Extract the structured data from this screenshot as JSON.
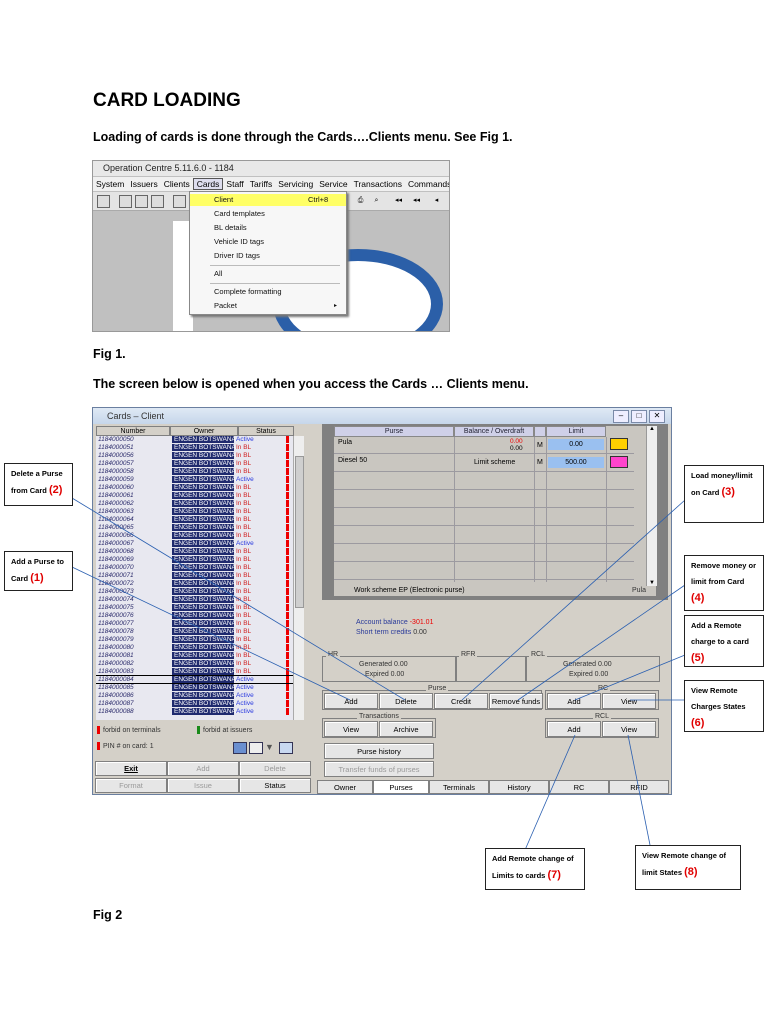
{
  "doc": {
    "title": "CARD LOADING",
    "intro": "Loading of cards is done through the Cards….Clients menu. See Fig 1.",
    "fig1_caption": "Fig 1.",
    "fig2_intro": "The screen below is opened when you access the Cards … Clients menu.",
    "fig2_caption": "Fig 2"
  },
  "fig1": {
    "window_title": "Operation Centre 5.11.6.0 - 1184",
    "menu": [
      "System",
      "Issuers",
      "Clients",
      "Cards",
      "Staff",
      "Tariffs",
      "Servicing",
      "Service",
      "Transactions",
      "Commands"
    ],
    "dropdown": {
      "client": "Client",
      "client_shortcut": "Ctrl+8",
      "card_templates": "Card templates",
      "bl_details": "BL details",
      "vehicle_id_tags": "Vehicle ID tags",
      "driver_id_tags": "Driver ID tags",
      "all": "All",
      "complete_formatting": "Complete formatting",
      "packet": "Packet"
    }
  },
  "cards_window": {
    "title": "Cards – Client",
    "columns": {
      "number": "Number",
      "owner": "Owner",
      "status": "Status"
    },
    "rows": [
      {
        "n": "1184000050",
        "o": "ENGEN BOTSWANA",
        "s": "Active"
      },
      {
        "n": "1184000051",
        "o": "ENGEN BOTSWANA",
        "s": "In BL"
      },
      {
        "n": "1184000056",
        "o": "ENGEN BOTSWANA",
        "s": "In BL"
      },
      {
        "n": "1184000057",
        "o": "ENGEN BOTSWANA",
        "s": "In BL"
      },
      {
        "n": "1184000058",
        "o": "ENGEN BOTSWANA",
        "s": "In BL"
      },
      {
        "n": "1184000059",
        "o": "ENGEN BOTSWANA",
        "s": "Active"
      },
      {
        "n": "1184000060",
        "o": "ENGEN BOTSWANA",
        "s": "In BL"
      },
      {
        "n": "1184000061",
        "o": "ENGEN BOTSWANA",
        "s": "In BL"
      },
      {
        "n": "1184000062",
        "o": "ENGEN BOTSWANA",
        "s": "In BL"
      },
      {
        "n": "1184000063",
        "o": "ENGEN BOTSWANA",
        "s": "In BL"
      },
      {
        "n": "1184000064",
        "o": "ENGEN BOTSWANA",
        "s": "In BL"
      },
      {
        "n": "1184000065",
        "o": "ENGEN BOTSWANA",
        "s": "In BL"
      },
      {
        "n": "1184000066",
        "o": "ENGEN BOTSWANA",
        "s": "In BL"
      },
      {
        "n": "1184000067",
        "o": "ENGEN BOTSWANA",
        "s": "Active"
      },
      {
        "n": "1184000068",
        "o": "ENGEN BOTSWANA",
        "s": "In BL"
      },
      {
        "n": "1184000069",
        "o": "ENGEN BOTSWANA",
        "s": "In BL"
      },
      {
        "n": "1184000070",
        "o": "ENGEN BOTSWANA",
        "s": "In BL"
      },
      {
        "n": "1184000071",
        "o": "ENGEN BOTSWANA",
        "s": "In BL"
      },
      {
        "n": "1184000072",
        "o": "ENGEN BOTSWANA",
        "s": "In BL"
      },
      {
        "n": "1184000073",
        "o": "ENGEN BOTSWANA",
        "s": "In BL"
      },
      {
        "n": "1184000074",
        "o": "ENGEN BOTSWANA",
        "s": "In BL"
      },
      {
        "n": "1184000075",
        "o": "ENGEN BOTSWANA",
        "s": "In BL"
      },
      {
        "n": "1184000076",
        "o": "ENGEN BOTSWANA",
        "s": "In BL"
      },
      {
        "n": "1184000077",
        "o": "ENGEN BOTSWANA",
        "s": "In BL"
      },
      {
        "n": "1184000078",
        "o": "ENGEN BOTSWANA",
        "s": "In BL"
      },
      {
        "n": "1184000079",
        "o": "ENGEN BOTSWANA",
        "s": "In BL"
      },
      {
        "n": "1184000080",
        "o": "ENGEN BOTSWANA",
        "s": "In BL"
      },
      {
        "n": "1184000081",
        "o": "ENGEN BOTSWANA",
        "s": "In BL"
      },
      {
        "n": "1184000082",
        "o": "ENGEN BOTSWANA",
        "s": "In BL"
      },
      {
        "n": "1184000083",
        "o": "ENGEN BOTSWANA",
        "s": "In BL"
      },
      {
        "n": "1184000084",
        "o": "ENGEN BOTSWANA",
        "s": "Active"
      },
      {
        "n": "1184000085",
        "o": "ENGEN BOTSWANA",
        "s": "Active"
      },
      {
        "n": "1184000086",
        "o": "ENGEN BOTSWANA",
        "s": "Active"
      },
      {
        "n": "1184000087",
        "o": "ENGEN BOTSWANA",
        "s": "Active"
      },
      {
        "n": "1184000088",
        "o": "ENGEN BOTSWANA",
        "s": "Active"
      }
    ],
    "legend": {
      "forbid_terminals": "forbid on terminals",
      "forbid_issuers": "forbid at issuers",
      "pin_on_card": "PIN # on card: 1"
    },
    "bottom_buttons": {
      "exit": "Exit",
      "add": "Add",
      "delete": "Delete",
      "format": "Format",
      "issue": "Issue",
      "status": "Status"
    },
    "purse_table": {
      "headers": {
        "purse": "Purse",
        "balance": "Balance / Overdraft",
        "limit": "Limit"
      },
      "rows": [
        {
          "purse": "Pula",
          "balance": "0.00",
          "overdraft": "0.00",
          "m": "M",
          "limit": "0.00"
        },
        {
          "purse": "Diesel 50",
          "balance": "Limit scheme",
          "overdraft": "",
          "m": "M",
          "limit": "500.00"
        }
      ],
      "work_scheme": "Work scheme EP   (Electronic purse)",
      "currency": "Pula"
    },
    "account_balance_label": "Account balance",
    "account_balance_value": "-301.01",
    "short_term_label": "Short term credits",
    "short_term_value": "0.00",
    "frames": {
      "hr": {
        "label": "HR",
        "generated": "Generated 0.00",
        "expired": "Expired 0.00"
      },
      "rfr": {
        "label": "RFR"
      },
      "rcl": {
        "label": "RCL",
        "generated": "Generated 0.00",
        "expired": "Expired 0.00"
      }
    },
    "purse_group": {
      "label": "Purse",
      "add": "Add",
      "delete": "Delete",
      "credit": "Credit",
      "remove_funds": "Remove funds"
    },
    "rc_group": {
      "label": "RC",
      "add": "Add",
      "view": "View"
    },
    "transactions_group": {
      "label": "Transactions",
      "view": "View",
      "archive": "Archive"
    },
    "rcl_group": {
      "label": "RCL",
      "add": "Add",
      "view": "View"
    },
    "purse_history": "Purse history",
    "transfer_funds": "Transfer funds of purses",
    "tabs": [
      "Owner",
      "Purses",
      "Terminals",
      "History",
      "RC",
      "RFID"
    ]
  },
  "callouts": {
    "c2": {
      "text": "Delete a Purse from Card",
      "num": "(2)"
    },
    "c1": {
      "text": "Add a Purse to Card",
      "num": "(1)"
    },
    "c3": {
      "text": "Load money/limit on Card",
      "num": "(3)"
    },
    "c4": {
      "text": "Remove money or limit from Card",
      "num": "(4)"
    },
    "c5": {
      "text": "Add a Remote charge to a card",
      "num": "(5)"
    },
    "c6": {
      "text": "View Remote Charges States",
      "num": "(6)"
    },
    "c7": {
      "text": "Add Remote change of Limits to cards",
      "num": "(7)"
    },
    "c8": {
      "text": "View Remote change of limit States",
      "num": "(8)"
    }
  },
  "colors": {
    "highlight": "#ffff66",
    "callout_number": "#e00000",
    "owner_bg": "#1f2a6e",
    "limit_cell": "#9ac0f0"
  }
}
